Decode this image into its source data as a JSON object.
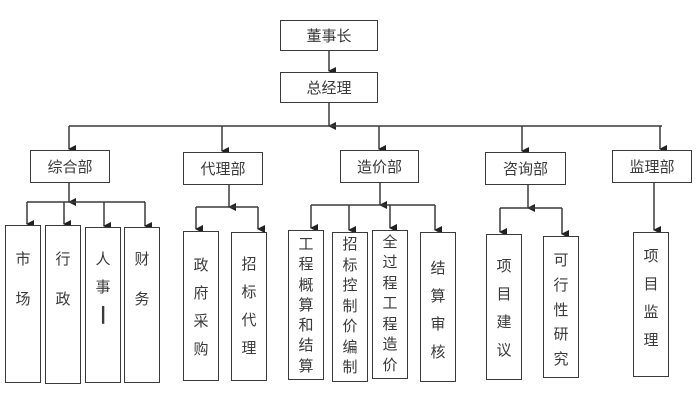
{
  "title": "Organizational chart",
  "root": {
    "label": "董事长"
  },
  "gm": {
    "label": "总经理"
  },
  "departments": [
    {
      "label": "综合部",
      "children": [
        {
          "label": "市场"
        },
        {
          "label": "行政"
        },
        {
          "label": "人事|"
        },
        {
          "label": "财务"
        }
      ]
    },
    {
      "label": "代理部",
      "children": [
        {
          "label": "政府采购"
        },
        {
          "label": "招标代理"
        }
      ]
    },
    {
      "label": "造价部",
      "children": [
        {
          "label": "工程概算和结算"
        },
        {
          "label": "招标控制价编制"
        },
        {
          "label": "全过程工程造价"
        },
        {
          "label": "结算审核"
        }
      ]
    },
    {
      "label": "咨询部",
      "children": [
        {
          "label": "项目建议"
        },
        {
          "label": "可行性研究"
        }
      ]
    },
    {
      "label": "监理部",
      "children": [
        {
          "label": "项目监理"
        }
      ]
    }
  ]
}
